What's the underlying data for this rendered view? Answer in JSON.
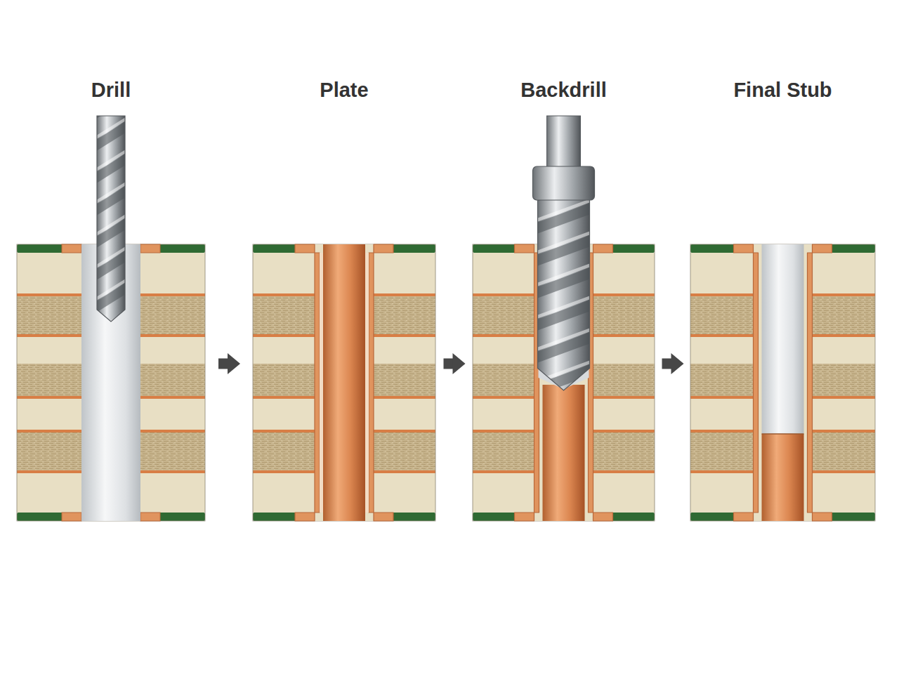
{
  "diagram": {
    "nodes": [
      {
        "text": [
          "Drill"
        ]
      },
      {
        "text": [
          "Plate"
        ]
      },
      {
        "text": [
          "Backdrill"
        ]
      },
      {
        "text": [
          "Final Stub"
        ]
      }
    ],
    "edges": [
      {
        "from": 0,
        "to": 1,
        "arrow": "to"
      },
      {
        "from": 1,
        "to": 2,
        "arrow": "to"
      },
      {
        "from": 2,
        "to": 3,
        "arrow": "to"
      }
    ]
  }
}
